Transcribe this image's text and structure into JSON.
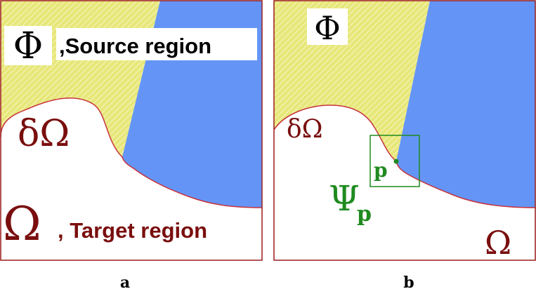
{
  "colors": {
    "source_yellow": "#e7e77a",
    "hatch": "#f6f6c4",
    "blue": "#6495f6",
    "boundary": "#c8323c",
    "frame": "#9a1a1a",
    "dark_red": "#7a0e0e",
    "green": "#1f8a1f",
    "white": "#ffffff"
  },
  "panel_a": {
    "phi_symbol": "Φ",
    "source_label": ",Source region",
    "delta_omega": "δΩ",
    "omega_symbol": "Ω",
    "target_label": ", Target region",
    "caption": "a"
  },
  "panel_b": {
    "phi_symbol": "Φ",
    "delta_omega": "δΩ",
    "point_label": "p",
    "psi_symbol": "Ψ",
    "psi_subscript": "p",
    "omega_symbol": "Ω",
    "caption": "b"
  }
}
